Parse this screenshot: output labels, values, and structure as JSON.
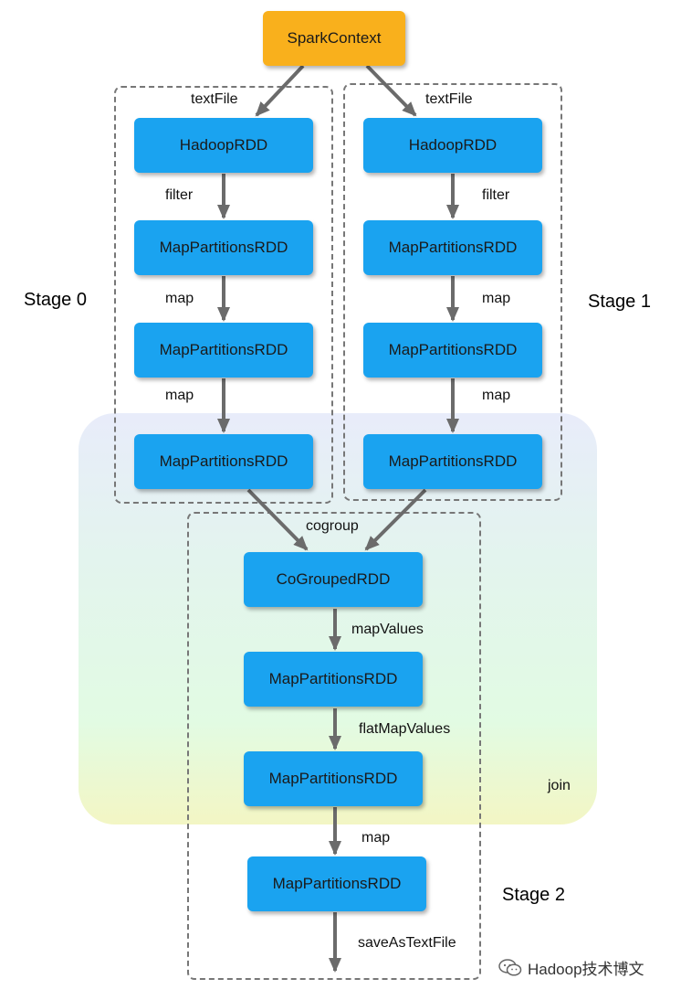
{
  "diagram": {
    "root": {
      "label": "SparkContext"
    },
    "stage0": {
      "label": "Stage 0",
      "input_edge": "textFile",
      "nodes": [
        "HadoopRDD",
        "MapPartitionsRDD",
        "MapPartitionsRDD",
        "MapPartitionsRDD"
      ],
      "edges": [
        "filter",
        "map",
        "map"
      ]
    },
    "stage1": {
      "label": "Stage 1",
      "input_edge": "textFile",
      "nodes": [
        "HadoopRDD",
        "MapPartitionsRDD",
        "MapPartitionsRDD",
        "MapPartitionsRDD"
      ],
      "edges": [
        "filter",
        "map",
        "map"
      ]
    },
    "stage2": {
      "label": "Stage 2",
      "input_edge": "cogroup",
      "nodes": [
        "CoGroupedRDD",
        "MapPartitionsRDD",
        "MapPartitionsRDD",
        "MapPartitionsRDD"
      ],
      "edges": [
        "mapValues",
        "flatMapValues",
        "map"
      ],
      "output_edge": "saveAsTextFile"
    },
    "join_label": "join",
    "colors": {
      "rdd": "#1aa3f0",
      "root": "#f9b01c",
      "arrow": "#6b6b6b",
      "dash": "#777777"
    }
  },
  "watermark": {
    "text": "Hadoop技术博文",
    "icon": "wechat-icon"
  }
}
